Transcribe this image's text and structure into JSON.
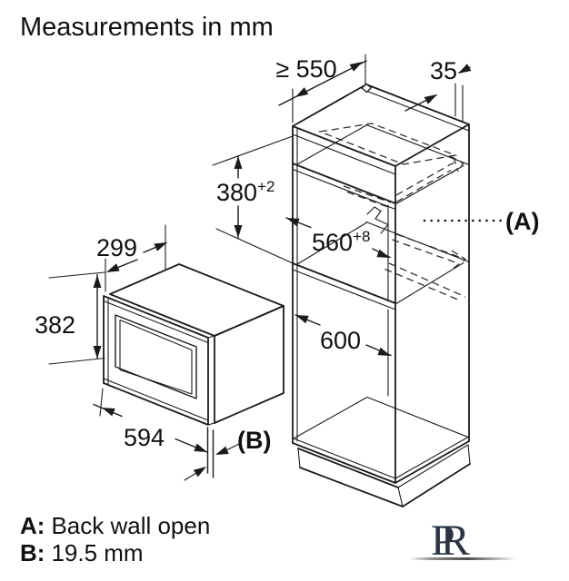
{
  "title": "Measurements in mm",
  "colors": {
    "line": "#1b1b1b",
    "background": "#ffffff",
    "logo_navy": "#2b3447"
  },
  "dims": {
    "cabinet_depth_min": "≥ 550",
    "back_clearance": "35",
    "niche_height": {
      "value": "380",
      "tolerance": "+2"
    },
    "niche_width": {
      "value": "560",
      "tolerance": "+8"
    },
    "lower_niche_width": "600",
    "appliance_depth": "299",
    "appliance_height": "382",
    "appliance_width": "594"
  },
  "labels": {
    "back_wall": "(A)",
    "protrusion": "(B)"
  },
  "legend": {
    "items": [
      {
        "key": "A:",
        "text": "Back wall open"
      },
      {
        "key": "B:",
        "text": "19.5 mm"
      }
    ]
  },
  "logo": {
    "letter_primary": "P",
    "letter_secondary": "R"
  }
}
